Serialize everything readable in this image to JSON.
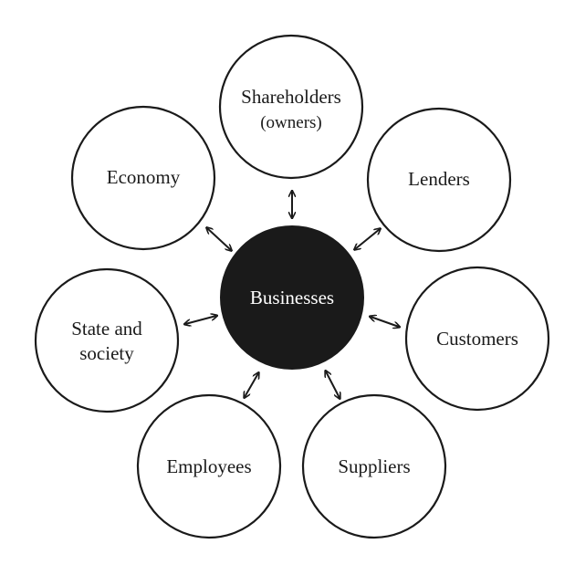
{
  "diagram": {
    "center": {
      "label": "Businesses"
    },
    "nodes": {
      "shareholders": {
        "label": "Shareholders",
        "sublabel": "(owners)"
      },
      "lenders": {
        "label": "Lenders"
      },
      "customers": {
        "label": "Customers"
      },
      "suppliers": {
        "label": "Suppliers"
      },
      "employees": {
        "label": "Employees"
      },
      "state": {
        "label_line1": "State and",
        "label_line2": "society"
      },
      "economy": {
        "label": "Economy"
      }
    },
    "colors": {
      "center_fill": "#1a1a1a",
      "node_stroke": "#1a1a1a",
      "background": "#ffffff"
    }
  }
}
